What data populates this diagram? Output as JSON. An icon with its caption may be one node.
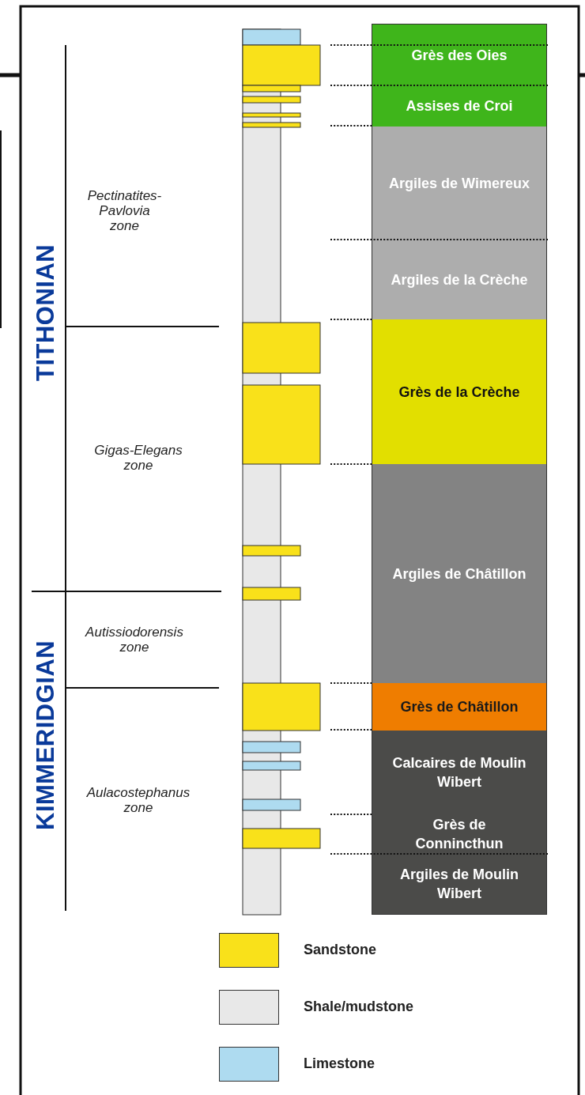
{
  "diagram": {
    "nodes": [
      {
        "text": [
          "Grès des Oies"
        ]
      },
      {
        "text": [
          "Assises de Croi"
        ]
      },
      {
        "text": [
          "Argiles de Wimereux"
        ]
      },
      {
        "text": [
          "Argiles de la Crèche"
        ]
      },
      {
        "text": [
          "Grès de la Crèche"
        ]
      },
      {
        "text": [
          "Argiles de Châtillon"
        ]
      },
      {
        "text": [
          "Grès de Châtillon"
        ]
      },
      {
        "text": [
          "Calcaires de Moulin Wibert"
        ]
      },
      {
        "text": [
          "Grès de Connincthun"
        ]
      },
      {
        "text": [
          "Argiles de Moulin Wibert"
        ]
      }
    ],
    "labels": [
      "TITHONIAN",
      "KIMMERIDGIAN",
      "Pectinatites-Pavlovia zone",
      "Gigas-Elegans zone",
      "Autissiodorensis zone",
      "Aulacostephanus zone"
    ],
    "legend": [
      {
        "text": "Sandstone",
        "color": "#f9e11a"
      },
      {
        "text": "Shale/mudstone",
        "color": "#e8e8e8"
      },
      {
        "text": "Limestone",
        "color": "#aedbf0"
      }
    ]
  }
}
